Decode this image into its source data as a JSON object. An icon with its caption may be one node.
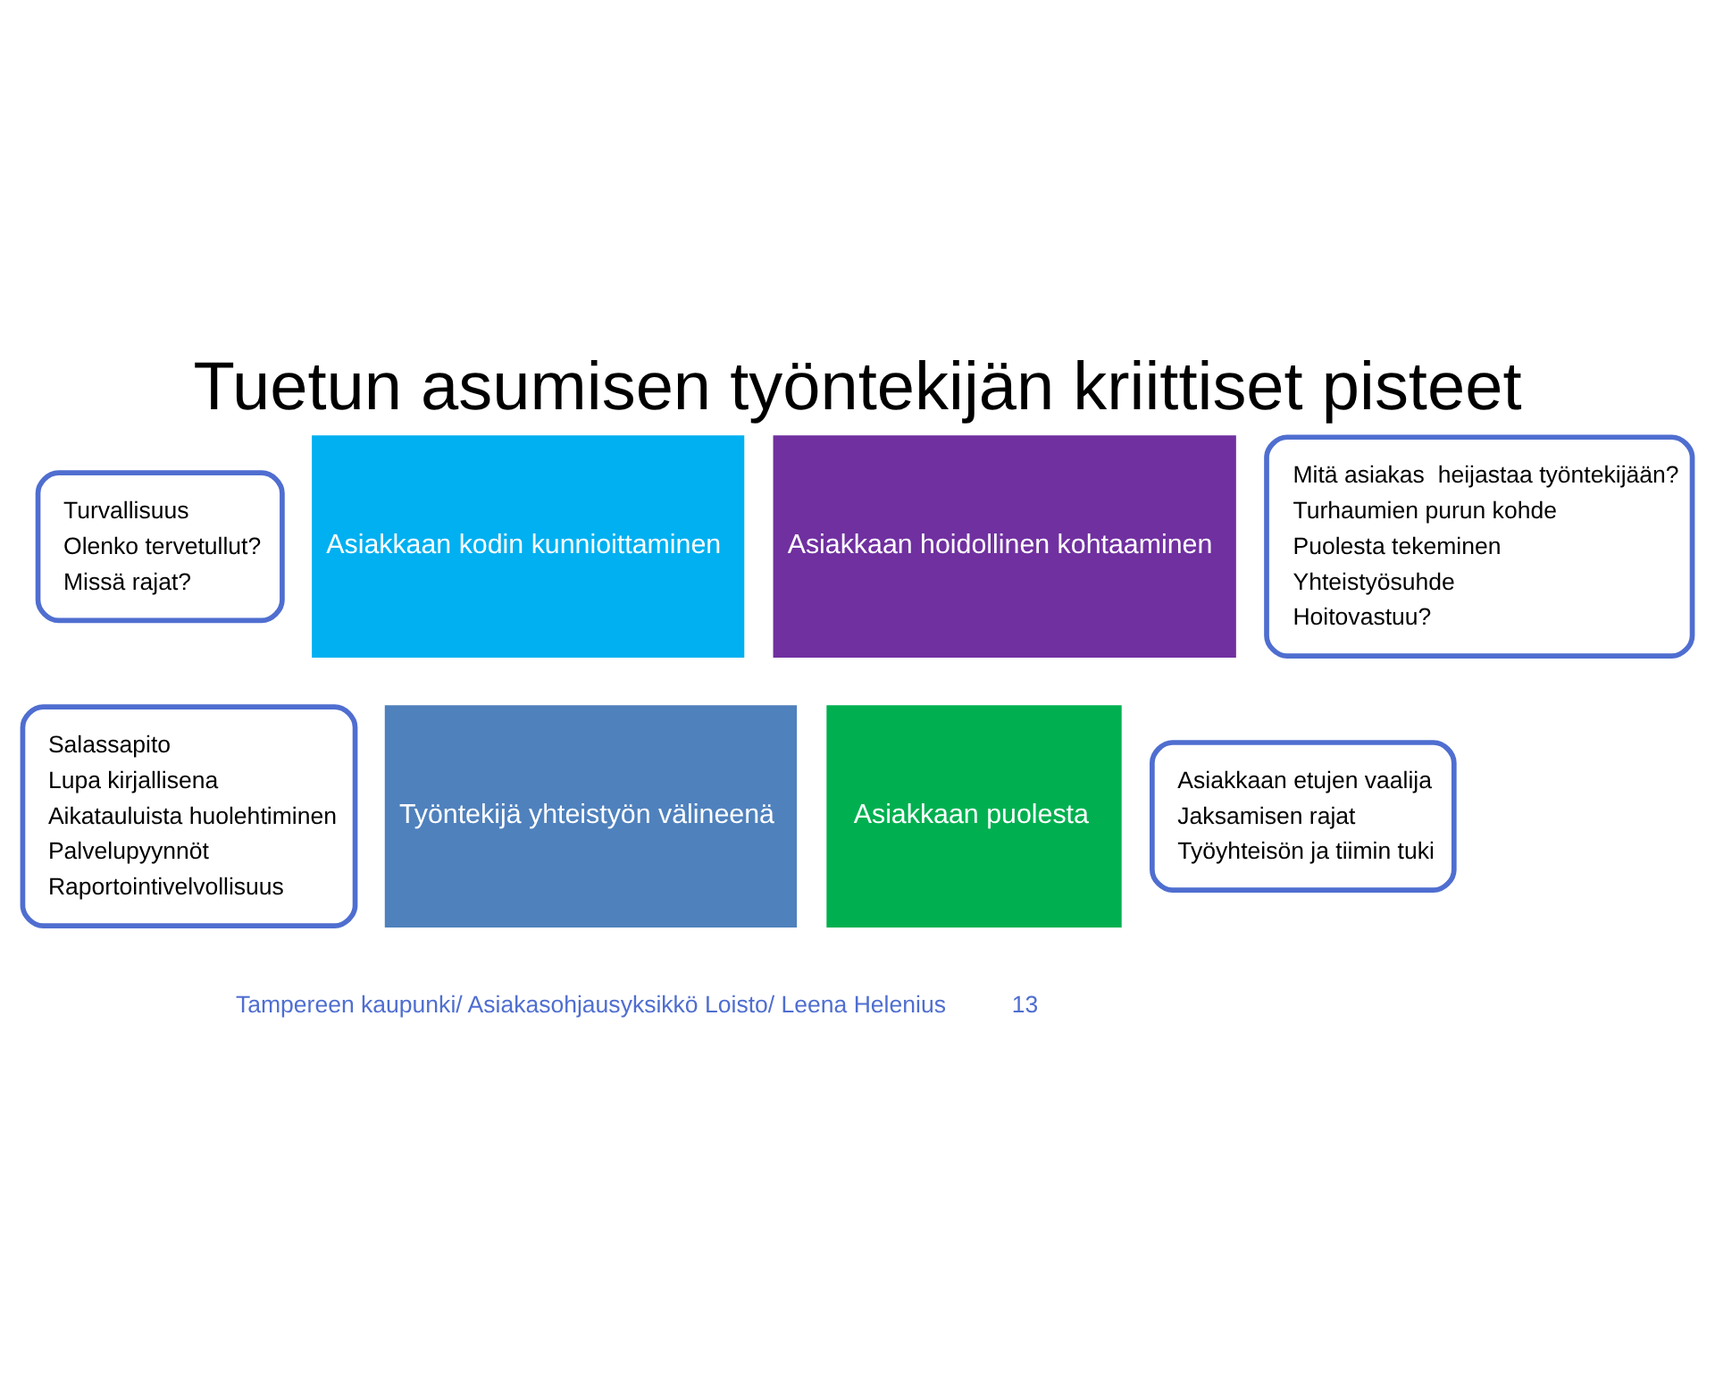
{
  "diagram": {
    "title": "Tuetun asumisen työntekijän kriittiset pisteet",
    "nodes": [
      {
        "text": [
          "Asiakkaan kodin kunnioittaminen"
        ]
      },
      {
        "text": [
          "Asiakkaan hoidollinen kohtaaminen"
        ]
      },
      {
        "text": [
          "Työntekijä yhteistyön välineenä"
        ]
      },
      {
        "text": [
          "Asiakkaan puolesta"
        ]
      },
      {
        "text": [
          "Turvallisuus",
          "Olenko tervetullut?",
          "Missä rajat?"
        ]
      },
      {
        "text": [
          "Mitä asiakas  heijastaa työntekijään?",
          "Turhaumien purun kohde",
          "Puolesta tekeminen",
          "Yhteistyösuhde",
          "Hoitovastuu?"
        ]
      },
      {
        "text": [
          "Salassapito",
          "Lupa kirjallisena",
          "Aikatauluista huolehtiminen",
          "Palvelupyynnöt",
          "Raportointivelvollisuus"
        ]
      },
      {
        "text": [
          "Asiakkaan etujen vaalija",
          "Jaksamisen rajat",
          "Työyhteisön ja tiimin tuki"
        ]
      }
    ],
    "edges": [],
    "labels": [
      "Tampereen kaupunki/ Asiakasohjausyksikkö Loisto/ Leena Helenius",
      "13"
    ]
  }
}
